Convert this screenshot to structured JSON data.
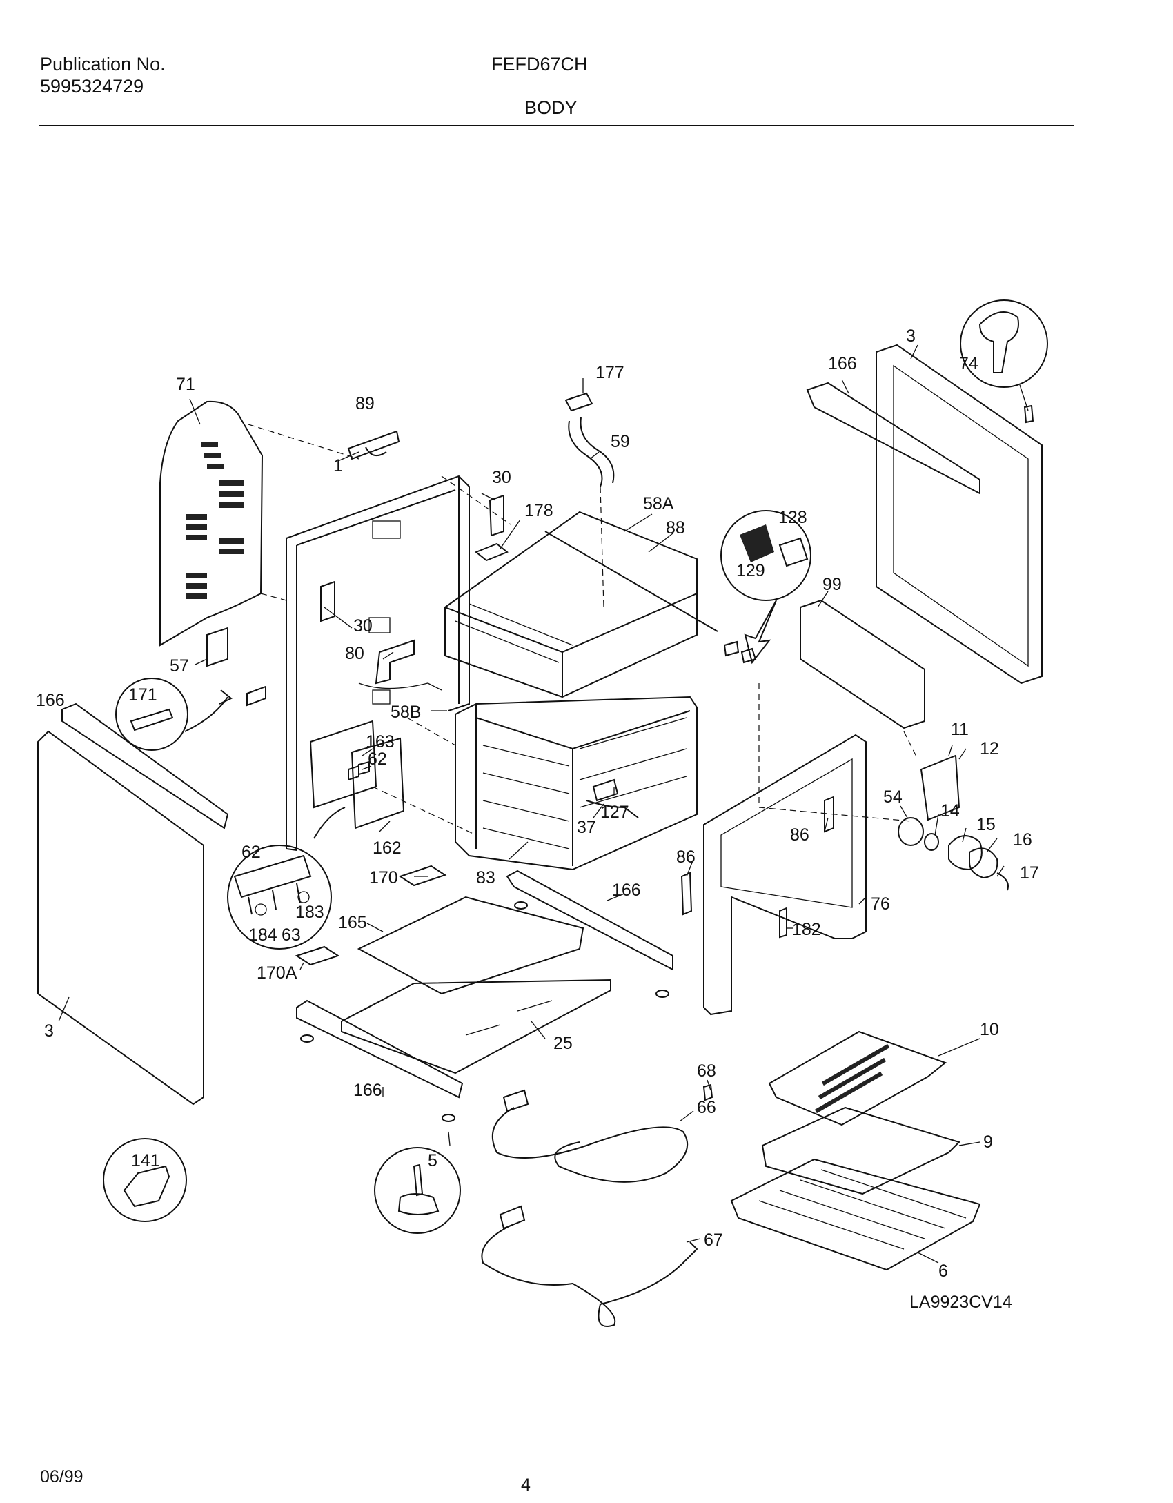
{
  "header": {
    "publication_label": "Publication No.",
    "publication_number": "5995324729",
    "model": "FEFD67CH",
    "section": "BODY"
  },
  "diagram": {
    "drawing_code": "LA9923CV14",
    "callouts": {
      "c_71": "71",
      "c_89": "89",
      "c_1": "1",
      "c_30a": "30",
      "c_30b": "30",
      "c_178": "178",
      "c_177": "177",
      "c_59": "59",
      "c_58a": "58A",
      "c_88": "88",
      "c_128": "128",
      "c_129": "129",
      "c_166_top": "166",
      "c_3_top": "3",
      "c_74": "74",
      "c_99": "99",
      "c_57": "57",
      "c_80": "80",
      "c_171": "171",
      "c_166_left": "166",
      "c_58b": "58B",
      "c_163": "163",
      "c_62a": "62",
      "c_127": "127",
      "c_11": "11",
      "c_12": "12",
      "c_54": "54",
      "c_14": "14",
      "c_15": "15",
      "c_16": "16",
      "c_17": "17",
      "c_37": "37",
      "c_162": "162",
      "c_62b": "62",
      "c_86a": "86",
      "c_86b": "86",
      "c_170": "170",
      "c_83": "83",
      "c_166_mid": "166",
      "c_183": "183",
      "c_184": "184",
      "c_63": "63",
      "c_165": "165",
      "c_76": "76",
      "c_182": "182",
      "c_170a": "170A",
      "c_3_left": "3",
      "c_25": "25",
      "c_10": "10",
      "c_68": "68",
      "c_166_bot": "166",
      "c_66": "66",
      "c_141": "141",
      "c_5": "5",
      "c_9": "9",
      "c_67": "67",
      "c_6": "6"
    }
  },
  "footer": {
    "date": "06/99",
    "page_number": "4"
  }
}
